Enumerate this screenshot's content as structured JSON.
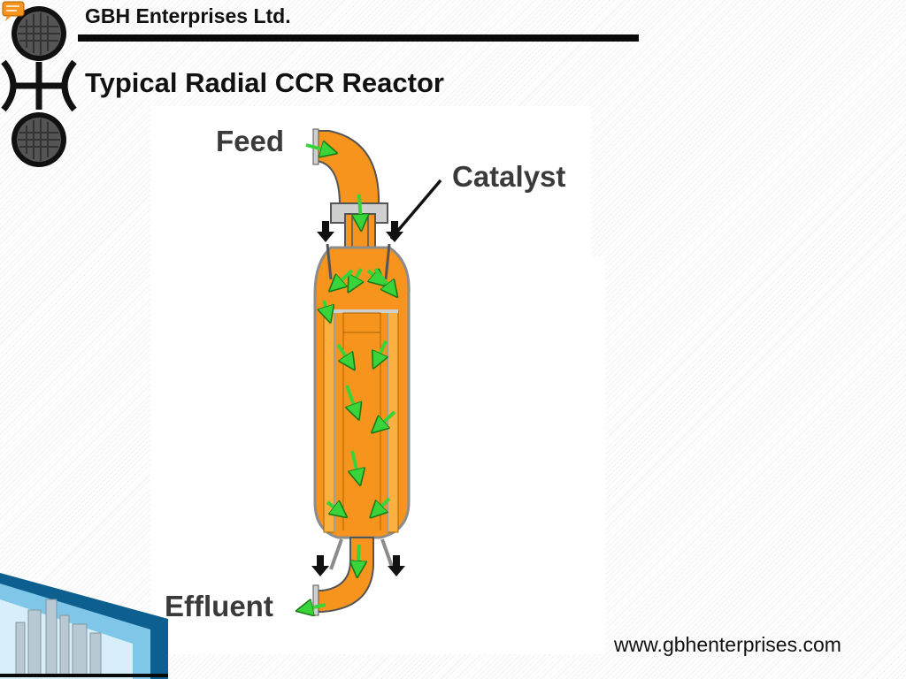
{
  "header": {
    "company": "GBH Enterprises Ltd.",
    "title": "Typical Radial CCR Reactor"
  },
  "diagram": {
    "labels": {
      "feed": "Feed",
      "catalyst": "Catalyst",
      "effluent": "Effluent"
    },
    "colors": {
      "vessel": "#f7941d",
      "vessel_light": "#fbb040",
      "flow_arrow": "#39d43a",
      "shell": "#8c8c8c"
    }
  },
  "footer": {
    "website": "www.gbhenterprises.com"
  }
}
